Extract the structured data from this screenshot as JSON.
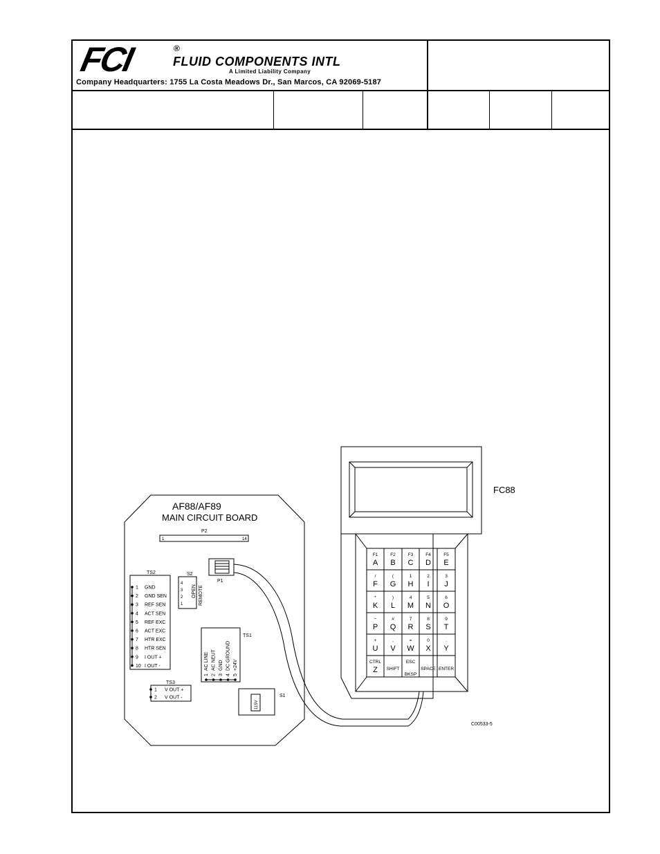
{
  "header": {
    "logo_letters": "FCI",
    "registered_mark": "®",
    "company_name": "FLUID COMPONENTS INTL",
    "company_subtitle": "A Limited Liability Company",
    "hq_address": "Company Headquarters: 1755 La Costa Meadows Dr., San Marcos, CA   92069-5187"
  },
  "board": {
    "title_line1": "AF88/AF89",
    "title_line2": "MAIN CIRCUIT BOARD",
    "p2_label": "P2",
    "p2_pin_first": "1",
    "p2_pin_last": "14",
    "p1_label": "P1",
    "ts2": {
      "label": "TS2",
      "terminals": [
        {
          "num": "1",
          "name": "GND"
        },
        {
          "num": "2",
          "name": "GND SEN"
        },
        {
          "num": "3",
          "name": "REF SEN"
        },
        {
          "num": "4",
          "name": "ACT SEN"
        },
        {
          "num": "5",
          "name": "REF EXC"
        },
        {
          "num": "6",
          "name": "ACT EXC"
        },
        {
          "num": "7",
          "name": "HTR EXC"
        },
        {
          "num": "8",
          "name": "HTR SEN"
        },
        {
          "num": "9",
          "name": "I OUT +"
        },
        {
          "num": "10",
          "name": "I OUT -"
        }
      ]
    },
    "s2": {
      "label": "S2",
      "positions": [
        "4",
        "3",
        "2",
        "1"
      ],
      "open_label": "OPEN",
      "remote_label": "REMOTE"
    },
    "ts1": {
      "label": "TS1",
      "terminals": [
        {
          "num": "1",
          "name": "AC LINE"
        },
        {
          "num": "2",
          "name": "AC NEUT"
        },
        {
          "num": "3",
          "name": "GND"
        },
        {
          "num": "4",
          "name": "DC GROUND"
        },
        {
          "num": "5",
          "name": "+24V"
        }
      ]
    },
    "ts3": {
      "label": "TS3",
      "terminals": [
        {
          "num": "1",
          "name": "V OUT +"
        },
        {
          "num": "2",
          "name": "V OUT -"
        }
      ]
    },
    "s1": {
      "label": "S1",
      "switch_text": "115V"
    }
  },
  "device": {
    "label": "FC88",
    "keys": [
      [
        {
          "top": "F1",
          "main": "A"
        },
        {
          "top": "F2",
          "main": "B"
        },
        {
          "top": "F3",
          "main": "C"
        },
        {
          "top": "F4",
          "main": "D"
        },
        {
          "top": "F5",
          "main": "E"
        }
      ],
      [
        {
          "top": "/",
          "main": "F"
        },
        {
          "top": "(",
          "main": "G"
        },
        {
          "top": "1",
          "main": "H"
        },
        {
          "top": "2",
          "main": "I"
        },
        {
          "top": "3",
          "main": "J"
        }
      ],
      [
        {
          "top": "*",
          "main": "K"
        },
        {
          "top": ")",
          "main": "L"
        },
        {
          "top": "4",
          "main": "M"
        },
        {
          "top": "5",
          "main": "N"
        },
        {
          "top": "6",
          "main": "O"
        }
      ],
      [
        {
          "top": "−",
          "main": "P"
        },
        {
          "top": "#",
          "main": "Q"
        },
        {
          "top": "7",
          "main": "R"
        },
        {
          "top": "8",
          "main": "S"
        },
        {
          "top": "9",
          "main": "T"
        }
      ],
      [
        {
          "top": "+",
          "main": "U"
        },
        {
          "top": ",",
          "main": "V"
        },
        {
          "top": "=",
          "main": "W"
        },
        {
          "top": "0",
          "main": "X"
        },
        {
          "top": ".",
          "main": "Y"
        }
      ],
      [
        {
          "top": "CTRL",
          "main": "Z"
        },
        {
          "top": "",
          "main": "SHIFT"
        },
        {
          "top": "ESC",
          "main": "BKSP"
        },
        {
          "top": "",
          "main": "SPACE"
        },
        {
          "top": "",
          "main": "ENTER"
        }
      ]
    ]
  },
  "drawing_number": "C00533-5"
}
